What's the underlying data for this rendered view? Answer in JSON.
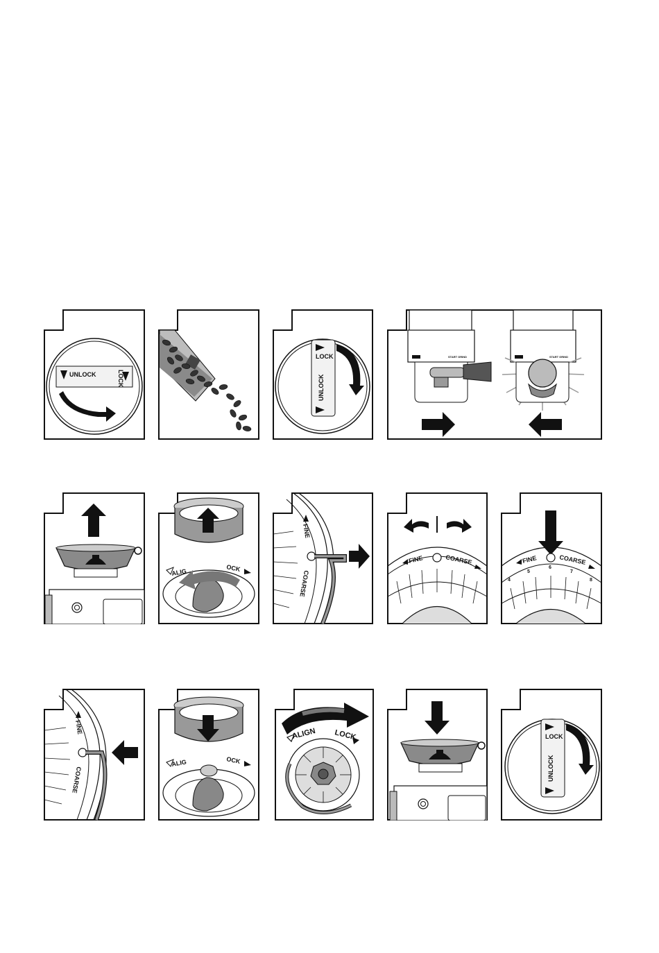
{
  "labels": {
    "unlock": "UNLOCK",
    "lock": "LOCK",
    "fine": "FINE",
    "coarse": "COARSE",
    "align": "ALIGN",
    "align_partial": "ALIG",
    "lock_partial": "OCK",
    "start_grind": "START GRIND",
    "numbers": [
      "4",
      "5",
      "6",
      "7",
      "8"
    ]
  },
  "colors": {
    "line": "#111111",
    "shade_light": "#d8d8d8",
    "shade_mid": "#a8a8a8",
    "shade_dark": "#6e6e6e",
    "fill_black": "#111111"
  },
  "icons": [
    "curved-arrow-icon",
    "straight-arrow-icon",
    "coffee-bean-icon",
    "power-button-icon"
  ]
}
